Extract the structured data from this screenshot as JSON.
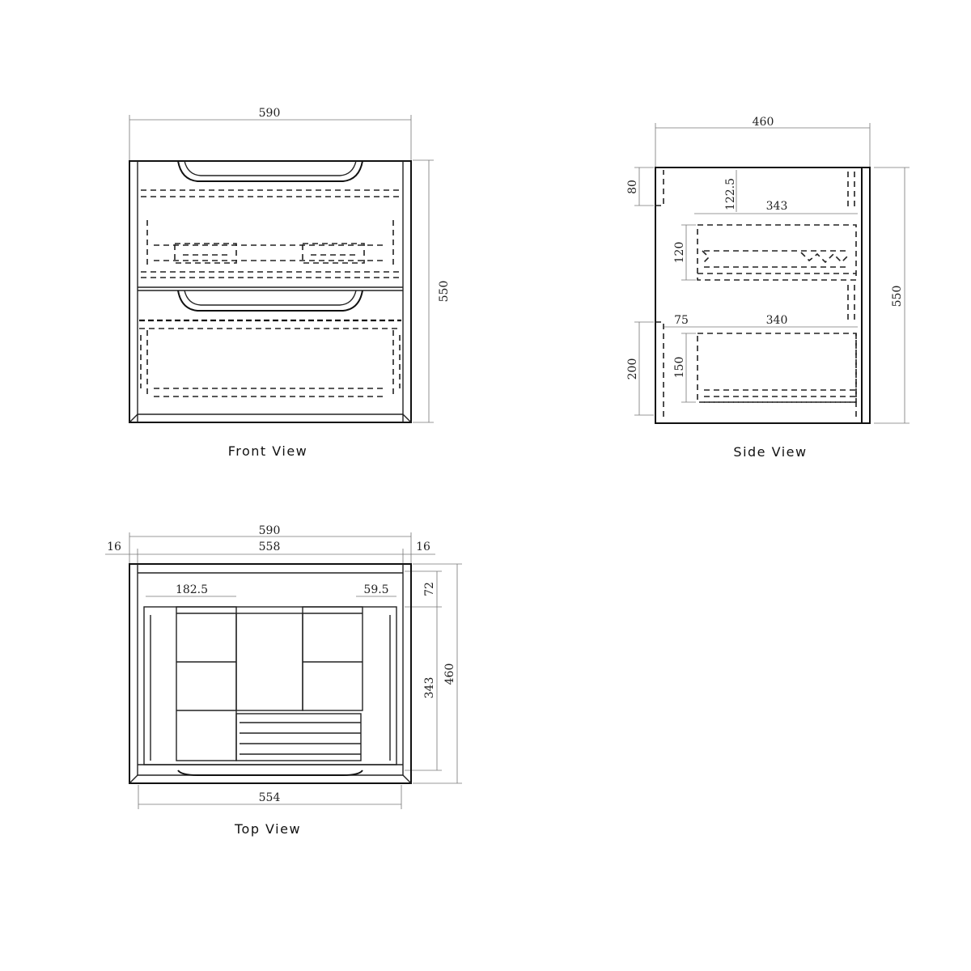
{
  "front_view": {
    "caption": "Front View",
    "width": "590",
    "height": "550"
  },
  "side_view": {
    "caption": "Side View",
    "depth": "460",
    "height": "550",
    "top_offset": "80",
    "drawer_inset": "122.5",
    "upper_drawer_depth": "343",
    "upper_drawer_height": "120",
    "lower_offset": "75",
    "lower_drawer_depth": "340",
    "bottom_offset": "200",
    "lower_drawer_height": "150"
  },
  "top_view": {
    "caption": "Top View",
    "overall_width": "590",
    "inner_width": "558",
    "side_left": "16",
    "side_right": "16",
    "left_section": "182.5",
    "right_section": "59.5",
    "rear_gap": "72",
    "drawer_depth": "343",
    "overall_depth": "460",
    "drawer_width": "554"
  }
}
